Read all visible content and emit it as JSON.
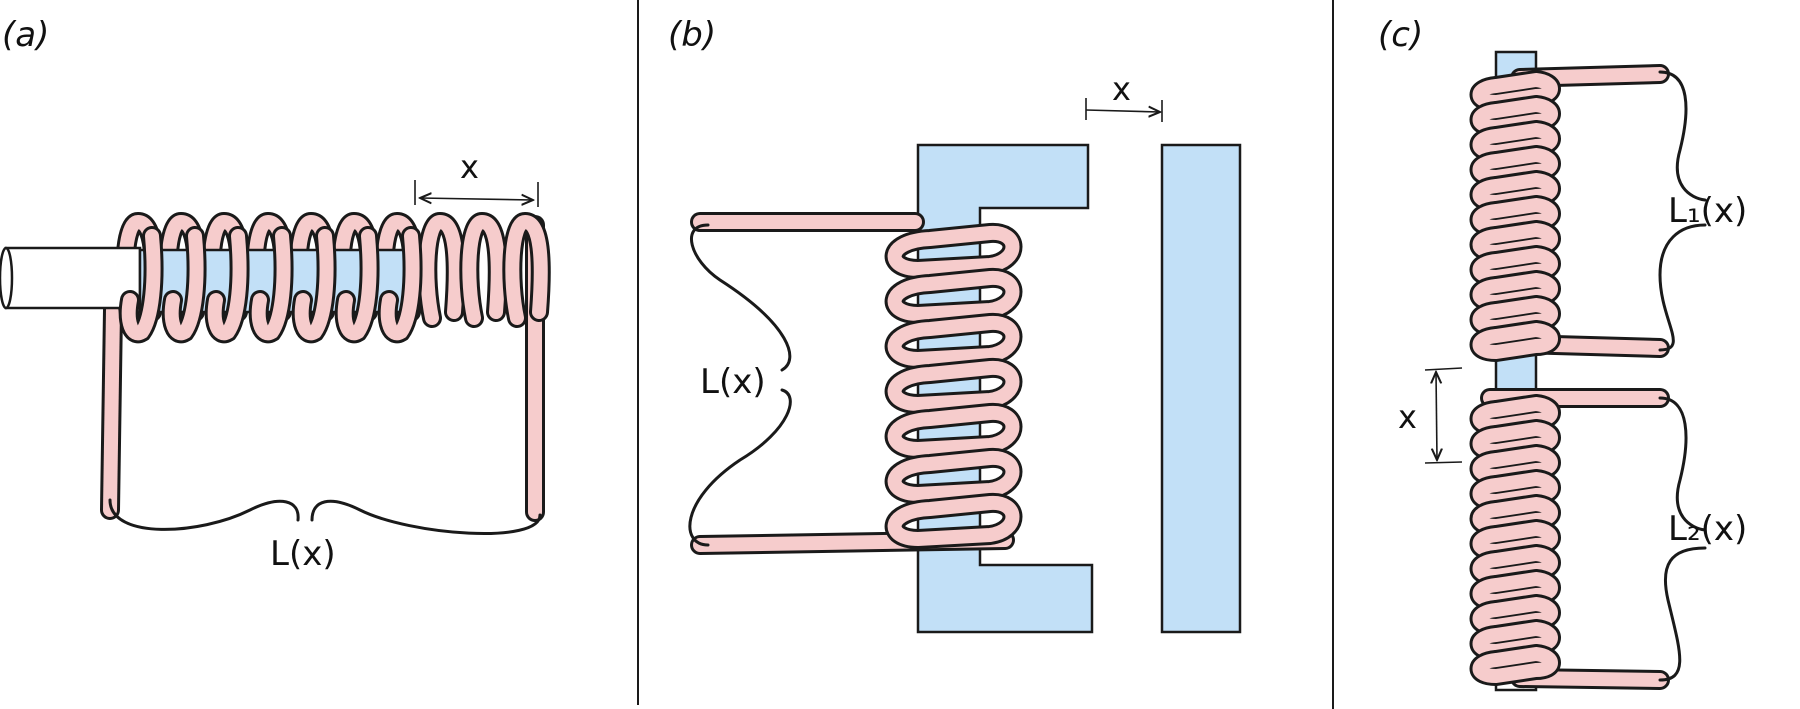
{
  "panels": {
    "a": {
      "tag": "(a)",
      "x_label": "x",
      "L_label": "L(x)"
    },
    "b": {
      "tag": "(b)",
      "x_label": "x",
      "L_label": "L(x)"
    },
    "c": {
      "tag": "(c)",
      "x_label": "x",
      "L1_label": "L₁(x)",
      "L2_label": "L₂(x)"
    }
  },
  "colors": {
    "core": "#c2e0f7",
    "wire": "#f6cccc",
    "line": "#1a1a1a"
  }
}
